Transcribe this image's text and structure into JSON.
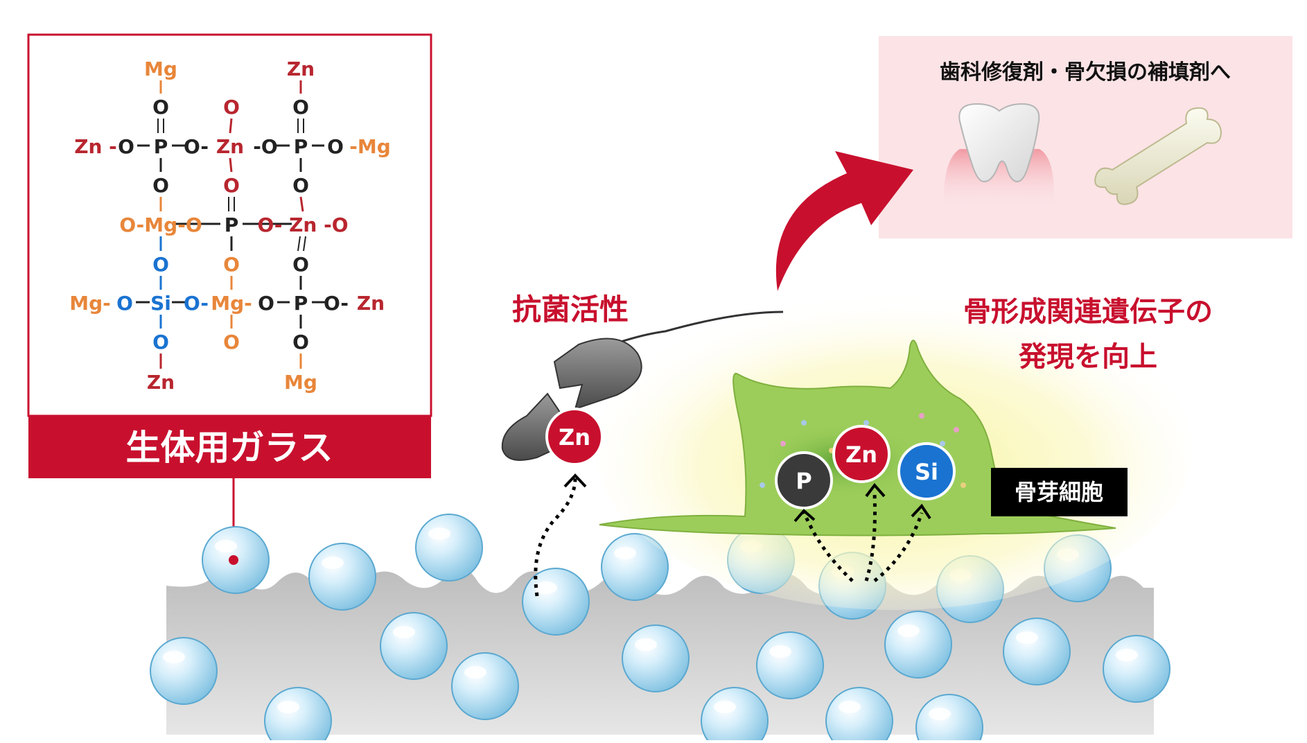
{
  "colors": {
    "zn": "#b8262f",
    "mg": "#e8863a",
    "si": "#1a73d1",
    "backbone": "#222222",
    "brand_red": "#c8102e",
    "glass_panel_bg": "#c8102e",
    "target_bg": "#fbe3e6",
    "cell_green": "#9ccd5a",
    "surface_gray": "#c9c9c9",
    "bead_blue": "#bfe3f5",
    "label_black": "#000000"
  },
  "structure": {
    "atoms": [
      {
        "id": "mg1",
        "label": "Mg",
        "kind": "mg"
      },
      {
        "id": "o1",
        "label": "O",
        "kind": "backbone"
      },
      {
        "id": "zn2",
        "label": "Zn",
        "kind": "zn"
      },
      {
        "id": "o2",
        "label": "O",
        "kind": "zn"
      },
      {
        "id": "o3",
        "label": "O",
        "kind": "backbone"
      },
      {
        "id": "zn_l1",
        "label": "Zn -",
        "kind": "zn"
      },
      {
        "id": "o_a",
        "label": "O",
        "kind": "backbone"
      },
      {
        "id": "p1",
        "label": "P",
        "kind": "backbone"
      },
      {
        "id": "o_b",
        "label": "O-",
        "kind": "backbone"
      },
      {
        "id": "zn_c",
        "label": "Zn",
        "kind": "zn"
      },
      {
        "id": "o_d",
        "label": "-O",
        "kind": "backbone"
      },
      {
        "id": "p2",
        "label": "P",
        "kind": "backbone"
      },
      {
        "id": "o_e",
        "label": "O",
        "kind": "backbone"
      },
      {
        "id": "mg_r1",
        "label": "-Mg",
        "kind": "mg"
      },
      {
        "id": "o_f",
        "label": "O",
        "kind": "backbone"
      },
      {
        "id": "o_g",
        "label": "O",
        "kind": "zn"
      },
      {
        "id": "o_h",
        "label": "O",
        "kind": "backbone"
      },
      {
        "id": "o_mg_l",
        "label": "O-Mg-O",
        "kind": "mg"
      },
      {
        "id": "p3",
        "label": "P",
        "kind": "backbone"
      },
      {
        "id": "o_zn_o",
        "label": "O- Zn -O",
        "kind": "zn"
      },
      {
        "id": "o_i",
        "label": "O",
        "kind": "si"
      },
      {
        "id": "o_j",
        "label": "O",
        "kind": "mg"
      },
      {
        "id": "o_k",
        "label": "O",
        "kind": "backbone"
      },
      {
        "id": "mg_l2",
        "label": "Mg-",
        "kind": "mg"
      },
      {
        "id": "o_l",
        "label": "O",
        "kind": "si"
      },
      {
        "id": "si",
        "label": "Si",
        "kind": "si"
      },
      {
        "id": "o_m",
        "label": "O-",
        "kind": "si"
      },
      {
        "id": "mg_c",
        "label": "Mg-",
        "kind": "mg"
      },
      {
        "id": "o_n",
        "label": "O",
        "kind": "backbone"
      },
      {
        "id": "p4",
        "label": "P",
        "kind": "backbone"
      },
      {
        "id": "o_o",
        "label": "O-",
        "kind": "backbone"
      },
      {
        "id": "zn_r2",
        "label": "Zn",
        "kind": "zn"
      },
      {
        "id": "o_p",
        "label": "O",
        "kind": "si"
      },
      {
        "id": "o_q",
        "label": "O",
        "kind": "mg"
      },
      {
        "id": "o_r",
        "label": "O",
        "kind": "backbone"
      },
      {
        "id": "zn_b",
        "label": "Zn",
        "kind": "zn"
      },
      {
        "id": "mg_b",
        "label": "Mg",
        "kind": "mg"
      }
    ],
    "caption": "生体用ガラス"
  },
  "target": {
    "heading": "歯科修復剤・骨欠損の補填剤へ",
    "tooth_icon": "tooth-icon",
    "bone_icon": "bone-icon"
  },
  "antibacterial": {
    "label": "抗菌活性",
    "ion": "Zn",
    "icon": "bacterium-icon"
  },
  "gene": {
    "line1": "骨形成関連遺伝子の",
    "line2": "発現を向上"
  },
  "cell": {
    "label": "骨芽細胞",
    "ions": [
      "P",
      "Zn",
      "Si"
    ],
    "ion_colors": [
      "#3a3a3a",
      "#c8102e",
      "#1a73d1"
    ]
  }
}
